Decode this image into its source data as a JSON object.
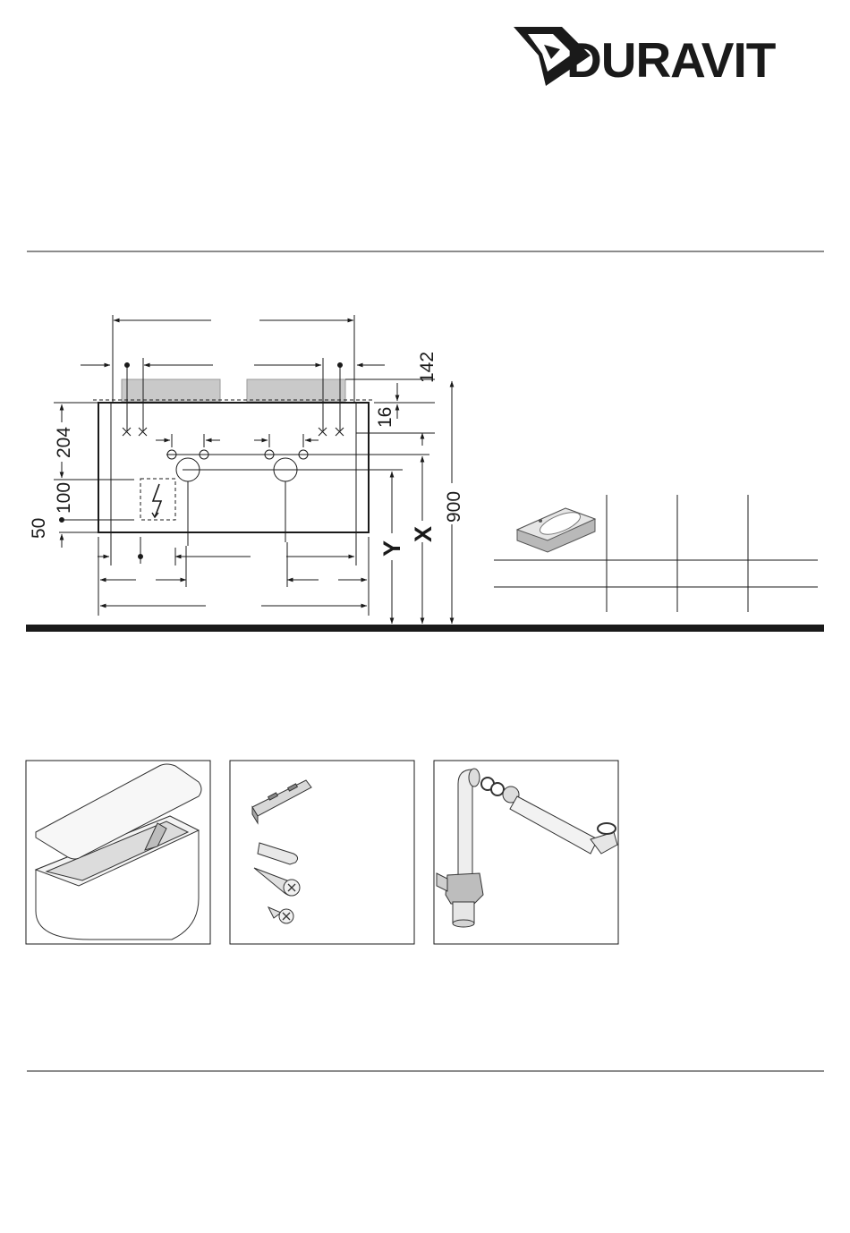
{
  "brand": {
    "name": "DURAVIT"
  },
  "drawing": {
    "dim_142": "142",
    "dim_16": "16",
    "dim_204": "204",
    "dim_100": "100",
    "dim_50": "50",
    "dim_900": "900",
    "label_y": "Y",
    "label_x": "X"
  },
  "icons": {
    "electrical": "lightning-bolt-icon",
    "washbasin": "washbasin-icon"
  },
  "scope_of_delivery": [
    {
      "name": "vanity-unit-with-lid",
      "icon": "vanity-unit-icon"
    },
    {
      "name": "mounting-hardware",
      "icon": "bracket-screws-icon"
    },
    {
      "name": "siphon-kit",
      "icon": "siphon-icon"
    }
  ]
}
